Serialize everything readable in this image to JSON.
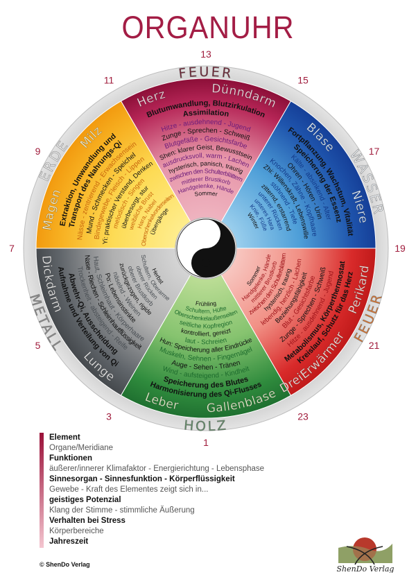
{
  "title": "ORGANUHR",
  "hours": [
    "13",
    "15",
    "17",
    "19",
    "21",
    "23",
    "1",
    "3",
    "5",
    "7",
    "9",
    "11"
  ],
  "elements": [
    {
      "ring_label": "FEUER",
      "organs": [
        "Herz",
        "Dünndarm"
      ],
      "lines": [
        "Blutumwandlung, Blutzirkulation",
        "Assimilation",
        "Hitze - ausdehnend - Jugend",
        "Zunge - Sprechen - Schweiß",
        "Blutgefäße - Gesichtsfarbe",
        "Shen: klarer Geist, Bewusstsein",
        "ausdrucksvoll, warm - Lachen",
        "hysterisch, panisch, traurig",
        "zwischen den Schulterblättern",
        "mittlerer Brustkorb",
        "Handgelenke, Hände",
        "Sommer"
      ]
    },
    {
      "ring_label": "WASSER",
      "organs": [
        "Blase",
        "Niere"
      ],
      "lines": [
        "Fortpflanzung, Wachstum, Vitalität",
        "Speicherung der Essenz",
        "Kälte - absinkend - Alter",
        "Ohren - Hören - Urin",
        "Knochen, Zähne - Kopfhaare",
        "Zhi: Willenskraft, Lebenswille",
        "stöhnend - Tiefe",
        "zitternd, erstarrend",
        "unterer Rücken",
        "unteres Hara",
        "Knie, Füße",
        "Winter"
      ]
    },
    {
      "ring_label": "ERDE",
      "organs": [
        "Milz",
        "Magen"
      ],
      "lines": [
        "Extraktion, Umwandlung und",
        "Transport des Nahrungs-Qi",
        "Nässe - zentrierend - Erwachsensein",
        "Mund - Schmecken - Speichel",
        "Bindegewebe, Fleisch - Lippen",
        "Yi: praktischer Verstand, Denken",
        "melodisch - Singen",
        "überbesorgt, stur",
        "weibliche Brust",
        "Hara, Nabel",
        "Oberschenkelvorderseiten",
        "Übergänge"
      ]
    },
    {
      "ring_label": "METALL",
      "organs": [
        "Dickdarm",
        "Lunge"
      ],
      "lines": [
        "Aufnahme und Verteilung von Qi",
        "Abwehr-Qi, Ausscheidung",
        "Trockenheit - absteigend - Reife",
        "Nase - Riechen - Schleimhautflüssigkeit",
        "Haut, Schleimhaut - Körperhaare",
        "Po: Lebensinstinkte",
        "näselnd - Weinen",
        "zurückgezogen, rigide",
        "oberer Brustkorb",
        "oberer Rücken",
        "Schultern, Oberarme",
        "Herbst"
      ]
    },
    {
      "ring_label": "HOLZ",
      "organs": [
        "Leber",
        "Gallenblase"
      ],
      "lines": [
        "Harmonisierung des Qi-Flusses",
        "Speicherung des Blutes",
        "Wind - aufsteigend - Kindheit",
        "Auge - Sehen - Tränen",
        "Muskeln, Sehnen - Fingernägel",
        "Hun: Speicherung aller Eindrücke",
        "laut - Schreien",
        "kontrolliert, gereizt",
        "seitliche Kopfregion",
        "Oberschenkelaußenseiten",
        "Schultern, Hüfte",
        "Frühling"
      ]
    },
    {
      "ring_label": "FEUER",
      "organs": [
        "DreiErwärmer",
        "Perikard"
      ],
      "lines": [
        "Kreislauf, Schutz für das Herz",
        "Metabolismus, Körperthermostat",
        "Hitze - ausdehnend - Jugend",
        "Zunge - Sprechen - Schweiß",
        "Blut - Gesichtsfarbe",
        "Beziehungsfähigkeit",
        "lebendig, herzlich - Lachen",
        "hysterisch, traurig",
        "zwischen den Schulterblättern",
        "mittlerer Brustkorb",
        "Handgelenke, Hände",
        "Sommer"
      ]
    }
  ],
  "legend": [
    "Element",
    "Organe/Meridiane",
    "Funktionen",
    "äußerer/innerer Klimafaktor - Energierichtung - Lebensphase",
    "Sinnesorgan - Sinnesfunktion - Körperflüssigkeit",
    "Gewebe - Kraft des Elementes zeigt sich in...",
    "geistiges Potenzial",
    "Klang der Stimme - stimmliche Äußerung",
    "Verhalten bei Stress",
    "Körperbereiche",
    "Jahreszeit"
  ],
  "copyright": "© ShenDo Verlag",
  "logo_text": "ShenDo Verlag",
  "colors": {
    "title": "#a31d45",
    "hour": "#a01c3c",
    "feuer": "#9b1642",
    "wasser": "#1c4fa8",
    "erde": "#f5a91b",
    "metall": "#5b5f63",
    "holz": "#2e8a3c",
    "perikard": "#d62828"
  }
}
